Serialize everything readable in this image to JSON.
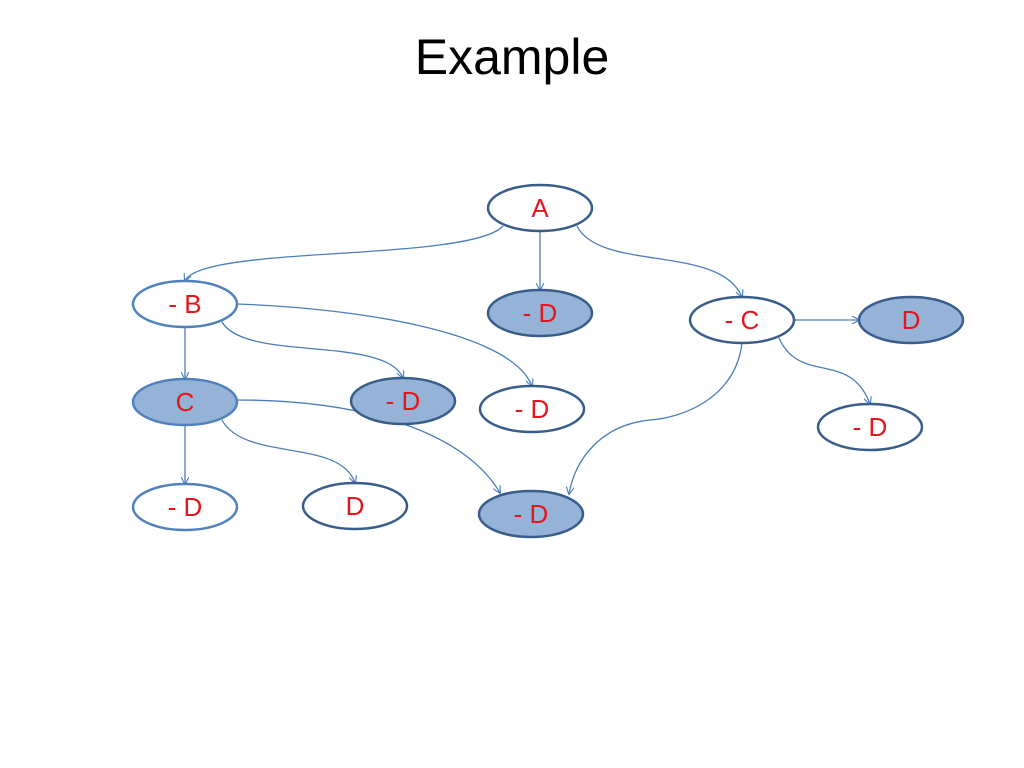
{
  "title": "Example",
  "colors": {
    "label": "#e8141b",
    "edge": "#4a7ebb",
    "fill_shaded": "#95b3d7",
    "fill_plain": "#ffffff",
    "stroke_dark": "#385d8a",
    "stroke_light": "#4f81bd"
  },
  "nodes": [
    {
      "id": "A",
      "label": "A",
      "shaded": false
    },
    {
      "id": "B",
      "label": "- B",
      "shaded": false
    },
    {
      "id": "D1",
      "label": "- D",
      "shaded": true
    },
    {
      "id": "C1",
      "label": "- C",
      "shaded": false
    },
    {
      "id": "D2",
      "label": "D",
      "shaded": true
    },
    {
      "id": "C2",
      "label": "C",
      "shaded": true
    },
    {
      "id": "D3",
      "label": "- D",
      "shaded": true
    },
    {
      "id": "D4",
      "label": "- D",
      "shaded": false
    },
    {
      "id": "D5",
      "label": "- D",
      "shaded": false
    },
    {
      "id": "D6",
      "label": "- D",
      "shaded": false
    },
    {
      "id": "D7",
      "label": "D",
      "shaded": false
    },
    {
      "id": "D8",
      "label": "- D",
      "shaded": true
    }
  ],
  "edges": [
    {
      "from": "A",
      "to": "B"
    },
    {
      "from": "A",
      "to": "D1"
    },
    {
      "from": "A",
      "to": "C1"
    },
    {
      "from": "B",
      "to": "C2"
    },
    {
      "from": "B",
      "to": "D3"
    },
    {
      "from": "B",
      "to": "D4"
    },
    {
      "from": "C1",
      "to": "D2"
    },
    {
      "from": "C1",
      "to": "D5"
    },
    {
      "from": "C1",
      "to": "D8"
    },
    {
      "from": "C2",
      "to": "D6"
    },
    {
      "from": "C2",
      "to": "D7"
    },
    {
      "from": "C2",
      "to": "D8"
    }
  ]
}
